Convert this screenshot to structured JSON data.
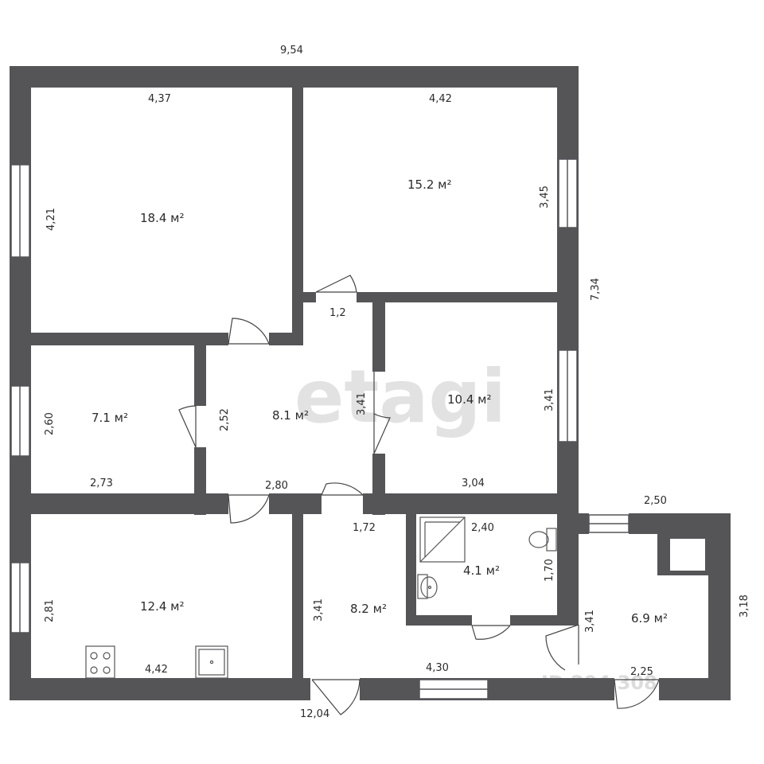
{
  "watermark": {
    "logo": "etagi",
    "id_text": "ID 294   308"
  },
  "overall": {
    "top_width": "9,54",
    "bottom_width": "12,04",
    "right_height": "7,34"
  },
  "rooms": {
    "room1": {
      "area": "18.4 м²",
      "width": "4,37",
      "height": "4,21"
    },
    "room2": {
      "area": "15.2 м²",
      "width": "4,42",
      "height": "3,45"
    },
    "room3": {
      "area": "7.1 м²",
      "width": "2,73",
      "height": "2,60"
    },
    "hall": {
      "area": "8.1 м²",
      "height_left": "2,52",
      "height_right": "3,41",
      "door_width": "1,2",
      "bottom_width": "2,80"
    },
    "room4": {
      "area": "10.4 м²",
      "width": "3,04",
      "height": "3,41"
    },
    "kitchen": {
      "area": "12.4 м²",
      "width": "4,42",
      "height": "2,81"
    },
    "corridor": {
      "area": "8.2 м²",
      "width": "4,30",
      "height": "3,41",
      "top_width": "1,72"
    },
    "bathroom": {
      "area": "4.1 м²",
      "width": "2,40",
      "height": "1,70"
    },
    "porch": {
      "area": "6.9 м²",
      "width_top": "2,50",
      "width_bottom": "2,25",
      "height_left": "3,41",
      "height_right": "3,18"
    }
  },
  "colors": {
    "wall": "#555558",
    "window": "#ffffff",
    "door_line": "#444444",
    "text": "#2b2b2b",
    "watermark": "#e2e2e2"
  },
  "fixtures": [
    "shower-cabin",
    "sink",
    "toilet",
    "stove",
    "kitchen-sink"
  ]
}
